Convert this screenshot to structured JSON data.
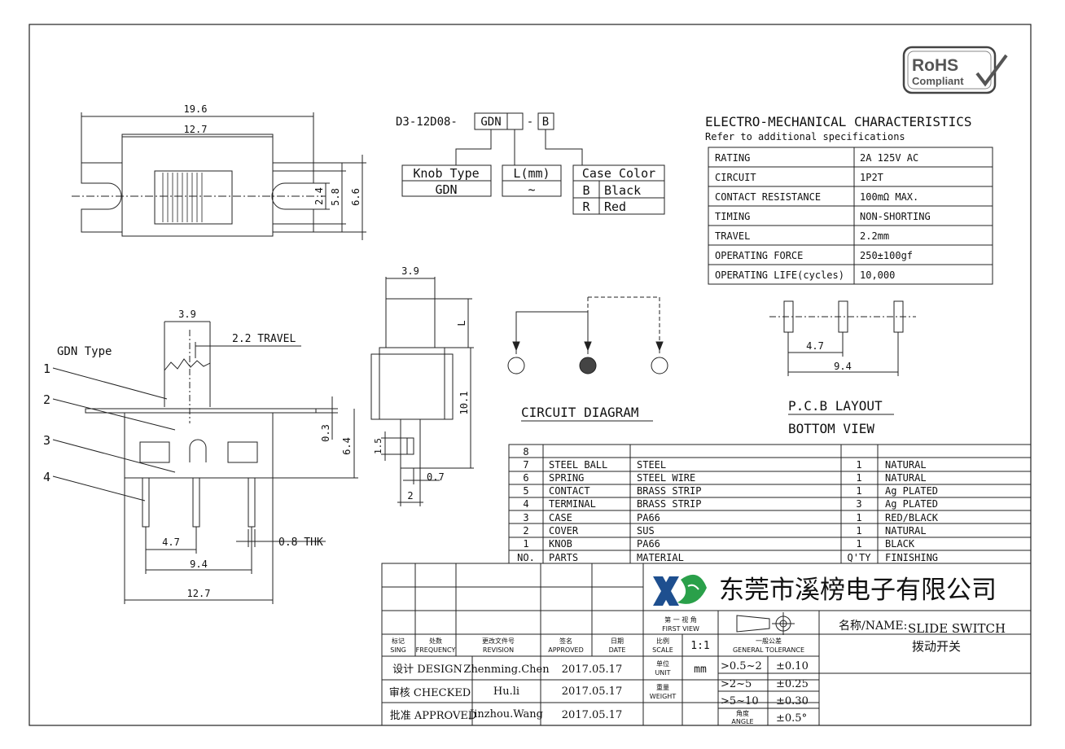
{
  "part_code": {
    "prefix": "D3-12D08-",
    "knob_box": "GDN",
    "length_box": "",
    "dash": "-",
    "color_box": "B",
    "knob_type_label": "Knob Type",
    "knob_type_value": "GDN",
    "length_label": "L(mm)",
    "length_value": "~",
    "case_color_label": "Case Color",
    "colors": [
      {
        "code": "B",
        "name": "Black"
      },
      {
        "code": "R",
        "name": "Red"
      }
    ]
  },
  "rohs": {
    "line1": "RoHS",
    "line2": "Compliant"
  },
  "electro": {
    "title": "ELECTRO-MECHANICAL CHARACTERISTICS",
    "subtitle": "Refer to additional specifications",
    "rows": [
      {
        "label": "RATING",
        "value": "2A 125V AC"
      },
      {
        "label": "CIRCUIT",
        "value": "1P2T"
      },
      {
        "label": "CONTACT RESISTANCE",
        "value": "100mΩ MAX."
      },
      {
        "label": "TIMING",
        "value": "NON-SHORTING"
      },
      {
        "label": "TRAVEL",
        "value": "2.2mm"
      },
      {
        "label": "OPERATING FORCE",
        "value": "250±100gf"
      },
      {
        "label": "OPERATING LIFE(cycles)",
        "value": "10,000"
      }
    ]
  },
  "top_view": {
    "dim_overall": "19.6",
    "dim_body": "12.7",
    "dim_a": "2.4",
    "dim_b": "5.8",
    "dim_c": "6.6"
  },
  "front_view": {
    "type_label": "GDN Type",
    "dim_knob": "3.9",
    "dim_travel": "2.2 TRAVEL",
    "dim_03": "0.3",
    "dim_64": "6.4",
    "dim_47": "4.7",
    "dim_94": "9.4",
    "dim_127": "12.7",
    "dim_thk": "0.8 THK",
    "callouts": [
      "1",
      "2",
      "3",
      "4"
    ]
  },
  "side_view": {
    "dim_knob": "3.9",
    "dim_l": "L",
    "dim_height": "10.1",
    "dim_15": "1.5",
    "dim_07": "0.7",
    "dim_2": "2"
  },
  "circuit": {
    "title": "CIRCUIT DIAGRAM"
  },
  "pcb": {
    "title": "P.C.B LAYOUT",
    "subtitle": "BOTTOM VIEW",
    "dim_47": "4.7",
    "dim_94": "9.4"
  },
  "parts_table": {
    "header": {
      "no": "NO.",
      "part": "PARTS",
      "material": "MATERIAL",
      "qty": "Q'TY",
      "finish": "FINISHING"
    },
    "rows": [
      {
        "no": "8",
        "part": "",
        "material": "",
        "qty": "",
        "finish": ""
      },
      {
        "no": "7",
        "part": "STEEL BALL",
        "material": "STEEL",
        "qty": "1",
        "finish": "NATURAL"
      },
      {
        "no": "6",
        "part": "SPRING",
        "material": "STEEL WIRE",
        "qty": "1",
        "finish": "NATURAL"
      },
      {
        "no": "5",
        "part": "CONTACT",
        "material": "BRASS STRIP",
        "qty": "1",
        "finish": "Ag PLATED"
      },
      {
        "no": "4",
        "part": "TERMINAL",
        "material": "BRASS STRIP",
        "qty": "3",
        "finish": "Ag PLATED"
      },
      {
        "no": "3",
        "part": "CASE",
        "material": "PA66",
        "qty": "1",
        "finish": "RED/BLACK"
      },
      {
        "no": "2",
        "part": "COVER",
        "material": "SUS",
        "qty": "1",
        "finish": "NATURAL"
      },
      {
        "no": "1",
        "part": "KNOB",
        "material": "PA66",
        "qty": "1",
        "finish": "BLACK"
      }
    ]
  },
  "title_block": {
    "company": "东莞市溪榜电子有限公司",
    "name_label": "名称/NAME:",
    "name_en": "SLIDE SWITCH",
    "name_cn": "拨动开关",
    "projection_cn": "第 一 视 角",
    "projection_en": "FIRST VIEW",
    "hdr_sign_cn": "标记",
    "hdr_sign_en": "SING",
    "hdr_freq_cn": "处数",
    "hdr_freq_en": "FREQUENCY",
    "hdr_rev_cn": "更改文件号",
    "hdr_rev_en": "REVISION",
    "hdr_appr_cn": "签名",
    "hdr_appr_en": "APPROVED",
    "hdr_date_cn": "日期",
    "hdr_date_en": "DATE",
    "scale_cn": "比例",
    "scale_en": "SCALE",
    "scale_value": "1:1",
    "tol_cn": "一般公差",
    "tol_en": "GENERAL TOLERANCE",
    "unit_cn": "单位",
    "unit_en": "UNIT",
    "unit_value": "mm",
    "weight_cn": "重量",
    "weight_en": "WEIGHT",
    "design_label": "设计 DESIGN",
    "design_name": "Zhenming.Chen",
    "design_date": "2017.05.17",
    "checked_label": "审核 CHECKED",
    "checked_name": "Hu.li",
    "checked_date": "2017.05.17",
    "approved_label": "批准 APPROVED",
    "approved_name": "Jinzhou.Wang",
    "approved_date": "2017.05.17",
    "tolerances": [
      {
        "range": ">0.5~2",
        "value": "±0.10"
      },
      {
        "range": ">2~5",
        "value": "±0.25"
      },
      {
        "range": ">5~10",
        "value": "±0.30"
      },
      {
        "range": "角度 ANGLE",
        "value": "±0.5°"
      }
    ],
    "angle_cn": "角度",
    "angle_en": "ANGLE"
  }
}
